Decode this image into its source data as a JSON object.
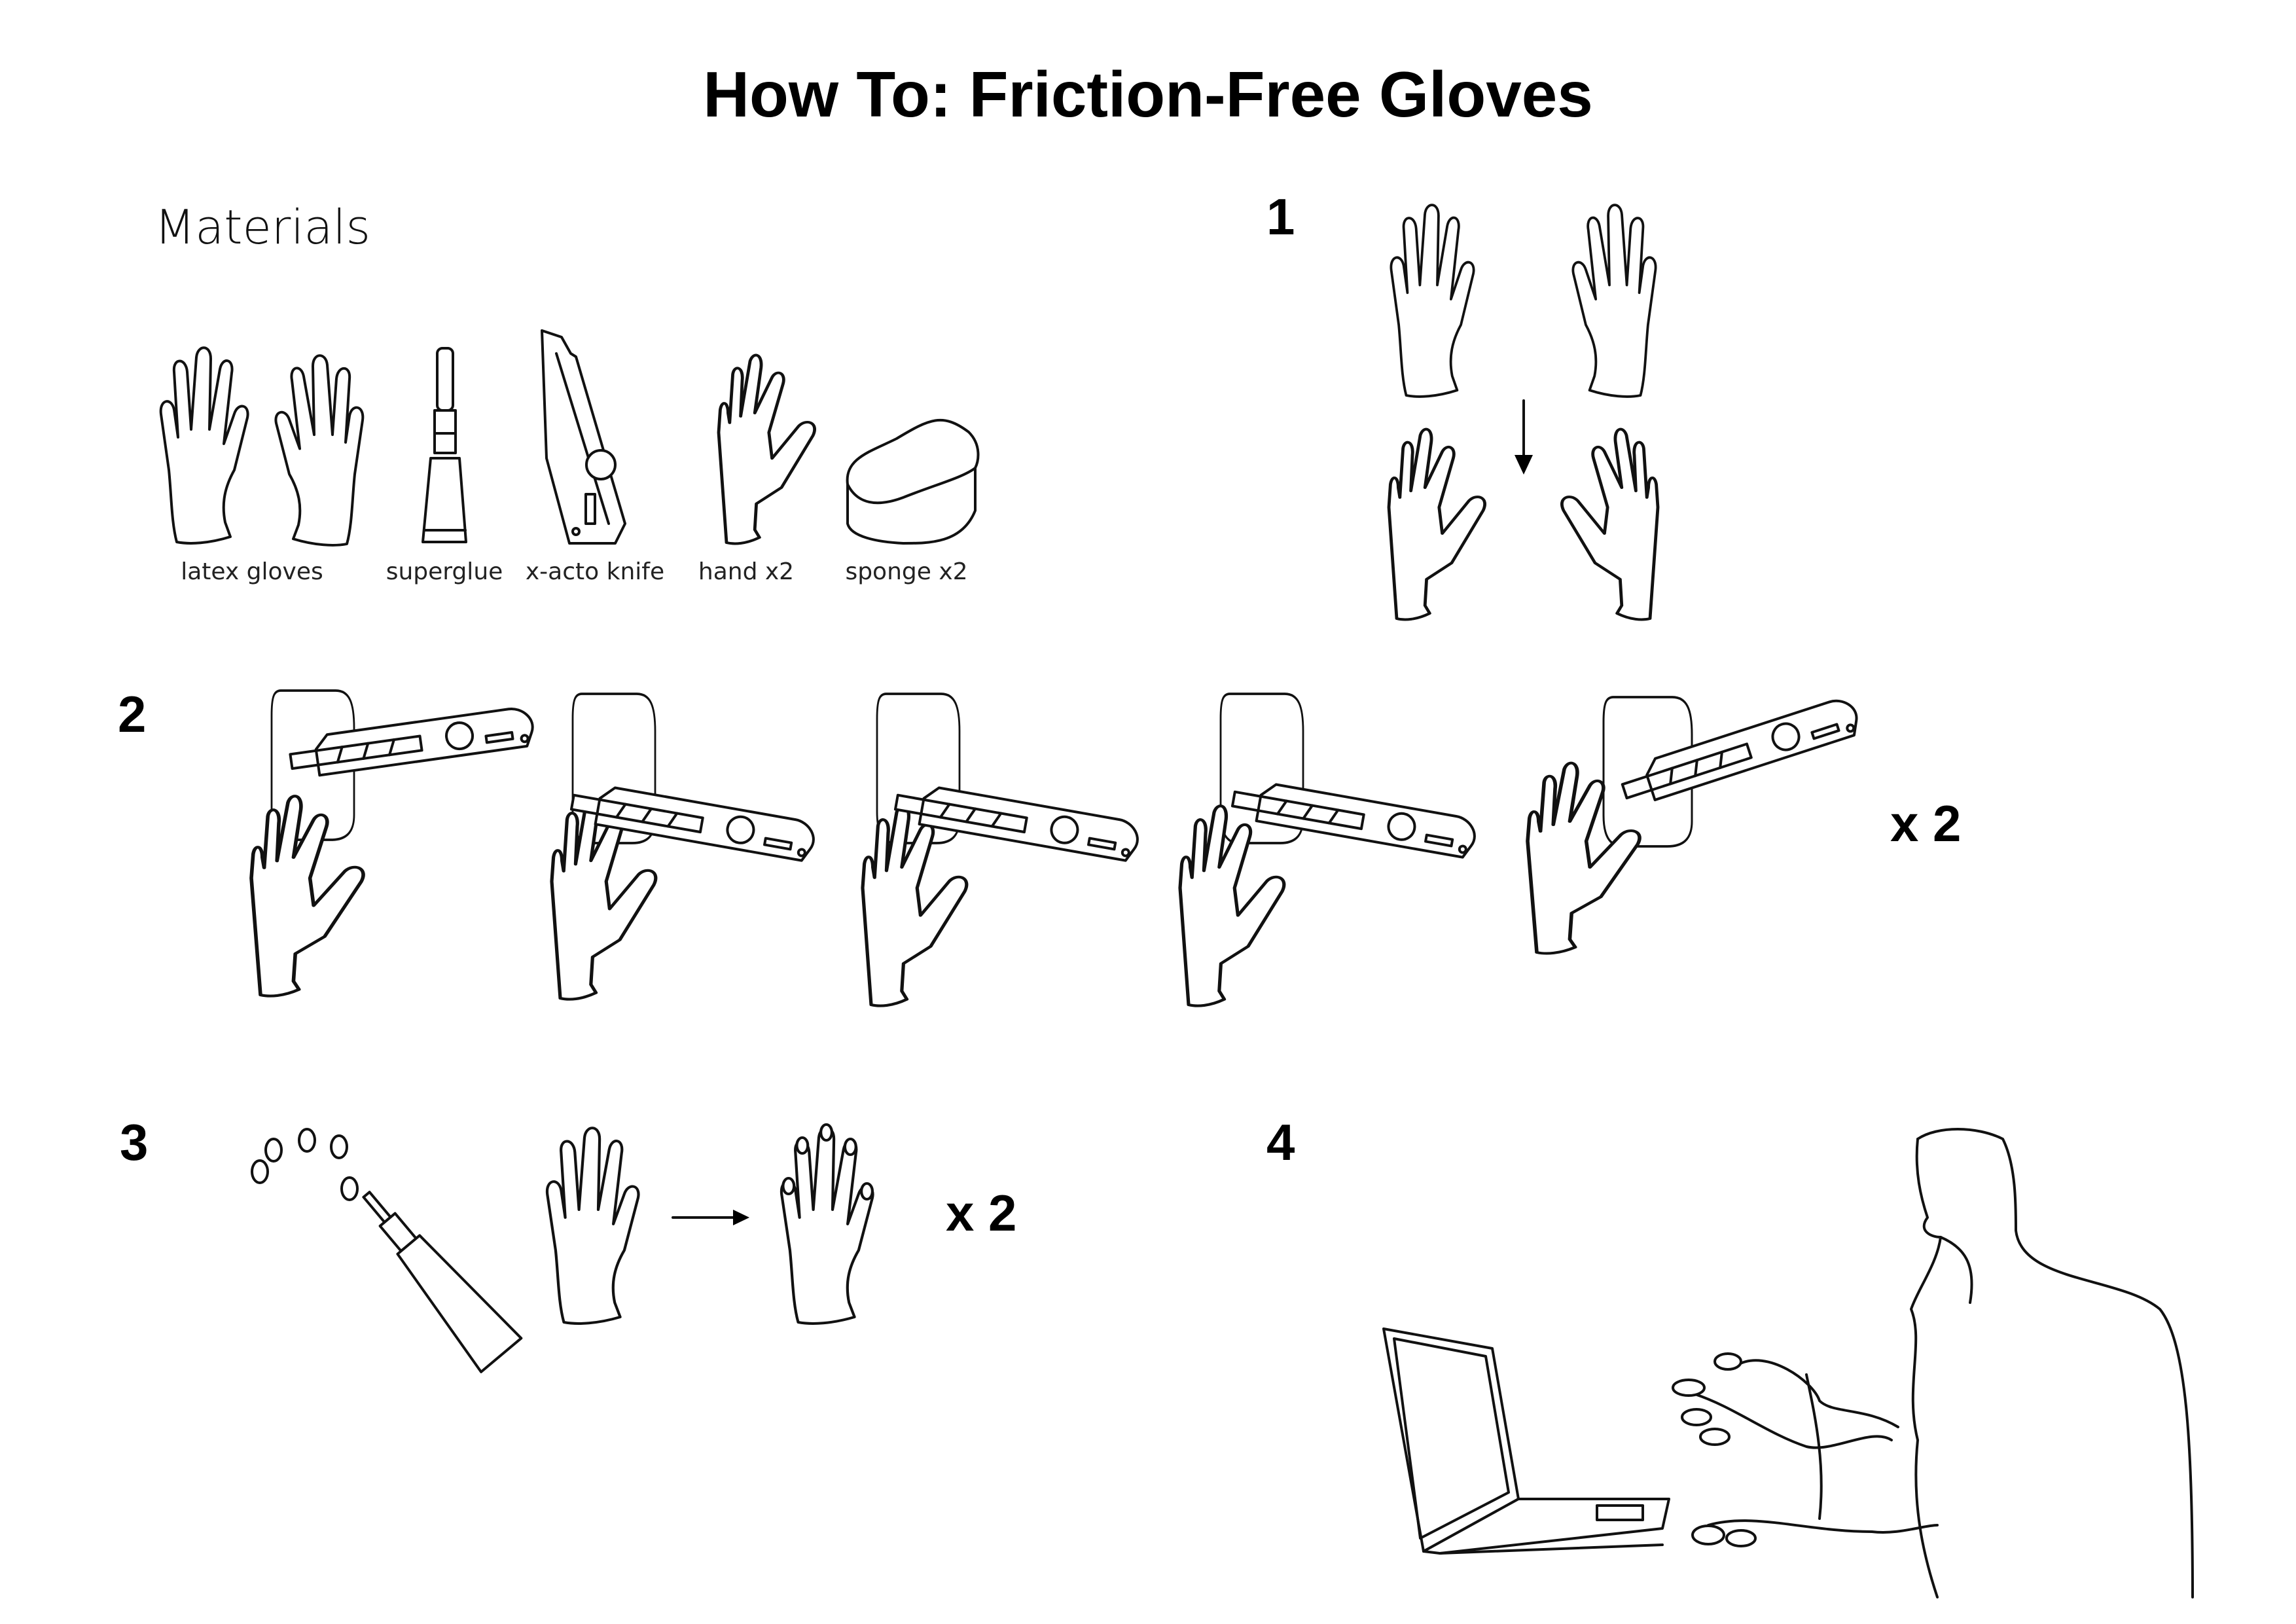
{
  "title": "How To: Friction-Free Gloves",
  "materials": {
    "heading": "Materials",
    "items": [
      {
        "label": "latex gloves",
        "icon": "latex-gloves-icon"
      },
      {
        "label": "superglue",
        "icon": "superglue-icon"
      },
      {
        "label": "x-acto knife",
        "icon": "xacto-knife-icon"
      },
      {
        "label": "hand x2",
        "icon": "hand-icon"
      },
      {
        "label": "sponge x2",
        "icon": "sponge-icon"
      }
    ]
  },
  "steps": [
    {
      "number": "1"
    },
    {
      "number": "2",
      "multiplier": "x 2"
    },
    {
      "number": "3",
      "multiplier": "x 2"
    },
    {
      "number": "4"
    }
  ]
}
